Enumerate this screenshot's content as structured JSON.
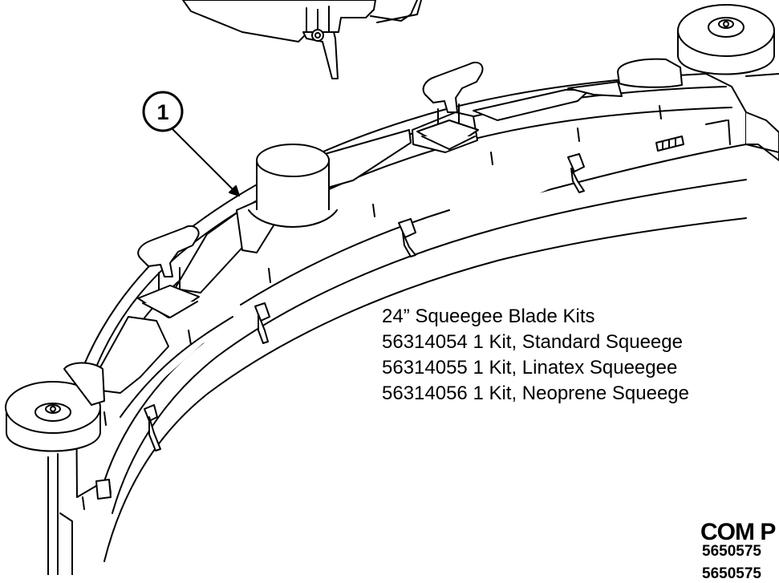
{
  "callout": {
    "label": "1"
  },
  "kits": {
    "title": "24” Squeegee Blade Kits",
    "items": [
      "56314054 1 Kit, Standard Squeege",
      "56314055 1 Kit, Linatex Squeegee",
      "56314056 1 Kit, Neoprene Squeege"
    ]
  },
  "com": {
    "heading": "COM P",
    "items": [
      "5650575",
      "5650575"
    ]
  }
}
